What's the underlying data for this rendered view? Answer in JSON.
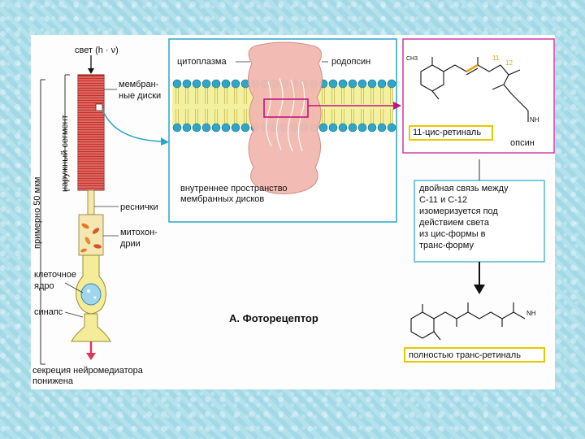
{
  "labels": {
    "light": "свет (h · ν)",
    "outer_segment": "наружный сегмент",
    "approx": "примерно 50 мкм",
    "discs_1": "мембран-",
    "discs_2": "ные диски",
    "cilia": "реснички",
    "mito_1": "митохон-",
    "mito_2": "дрии",
    "nucleus_1": "клеточное",
    "nucleus_2": "ядро",
    "synapse": "синапс",
    "secretion_1": "секреция нейромедиатора",
    "secretion_2": "понижена",
    "cytoplasm": "цитоплазма",
    "rhodopsin": "родопсин",
    "inner_1": "внутреннее пространство",
    "inner_2": "мембранных дисков",
    "cis_retinal": "11-цис-ретиналь",
    "opsin": "опсин",
    "note_1": "двойная связь между",
    "note_2": "С-11 и С-12",
    "note_3": "изомеризуется под",
    "note_4": "действием света",
    "note_5": "из цис-формы в",
    "note_6": "транс-форму",
    "trans_retinal": "полностью транс-ретиналь",
    "figure_title": "А. Фоторецептор",
    "c11": "11",
    "c12": "12",
    "nh": "NH",
    "ch3": "CH3"
  },
  "colors": {
    "background": "#a9dde9",
    "frame_cyan": "#2aa5c8",
    "frame_magenta": "#cf3aa9",
    "disc_red": "#d83a3a",
    "membrane_yellow": "#f3f0a0",
    "rhodopsin_pink": "#f2b9b0",
    "arrow_red": "#e0345a"
  }
}
